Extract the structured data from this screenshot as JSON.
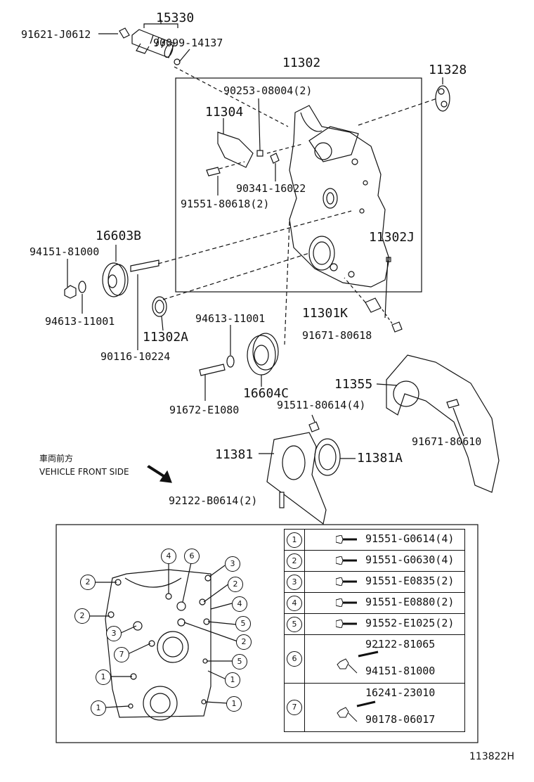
{
  "labels": {
    "p15330": "15330",
    "p91621": "91621-J0612",
    "p90099": "90099-14137",
    "p11302": "11302",
    "p11328": "11328",
    "p90253": "90253-08004(2)",
    "p11304": "11304",
    "p90341": "90341-16022",
    "p91551_80618": "91551-80618(2)",
    "p16603B": "16603B",
    "p94151": "94151-81000",
    "p11302J": "11302J",
    "p94613a": "94613-11001",
    "p11302A": "11302A",
    "p11301K": "11301K",
    "p94613b": "94613-11001",
    "p91671_80618": "91671-80618",
    "p90116": "90116-10224",
    "p11355": "11355",
    "p16604C": "16604C",
    "p91672": "91672-E1080",
    "p91511": "91511-80614(4)",
    "p91671_80610": "91671-80610",
    "p11381": "11381",
    "p11381A": "11381A",
    "p92122_B": "92122-B0614(2)"
  },
  "front_note": {
    "jp": "車両前方",
    "en": "VEHICLE FRONT SIDE"
  },
  "legend": [
    {
      "num": "1",
      "parts": [
        "91551-G0614(4)"
      ]
    },
    {
      "num": "2",
      "parts": [
        "91551-G0630(4)"
      ]
    },
    {
      "num": "3",
      "parts": [
        "91551-E0835(2)"
      ]
    },
    {
      "num": "4",
      "parts": [
        "91551-E0880(2)"
      ]
    },
    {
      "num": "5",
      "parts": [
        "91552-E1025(2)"
      ]
    },
    {
      "num": "6",
      "parts": [
        "92122-81065",
        "94151-81000"
      ]
    },
    {
      "num": "7",
      "parts": [
        "16241-23010",
        "90178-06017"
      ]
    }
  ],
  "callouts": [
    "1",
    "2",
    "3",
    "4",
    "5",
    "6",
    "7"
  ],
  "diagram_id": "113822H"
}
